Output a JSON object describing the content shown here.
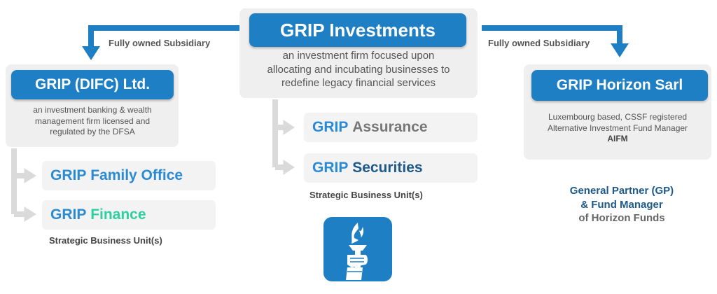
{
  "colors": {
    "brand_blue": "#1f7fc4",
    "grip_text": "#2a8ad4",
    "connector_grey": "#dadada",
    "arrow_blue": "#1f7fc4",
    "green": "#2ed0a0",
    "navy": "#1d5a8a"
  },
  "center": {
    "title": "GRIP Investments",
    "desc_lines": [
      "an investment firm focused upon",
      "allocating and incubating businesses to",
      "redefine legacy financial services"
    ],
    "units": [
      {
        "prefix": "GRIP",
        "name": "Assurance"
      },
      {
        "prefix": "GRIP",
        "name": "Securities"
      }
    ],
    "units_caption": "Strategic Business Unit(s)",
    "logo_icon": "torch-hand-icon"
  },
  "left": {
    "edge_label": "Fully owned Subsidiary",
    "title": "GRIP (DIFC) Ltd.",
    "desc_lines": [
      "an investment banking & wealth",
      "management firm licensed and",
      "regulated by the DFSA"
    ],
    "units": [
      {
        "prefix": "GRIP",
        "name": "Family Office"
      },
      {
        "prefix": "GRIP",
        "name": "Finance"
      }
    ],
    "units_caption": "Strategic Business Unit(s)"
  },
  "right": {
    "edge_label": "Fully owned Subsidiary",
    "title": "GRIP Horizon Sarl",
    "desc_lines": [
      "Luxembourg based, CSSF registered",
      "Alternative Investment Fund Manager"
    ],
    "desc_bold": "AIFM",
    "gp_lines": [
      "General Partner (GP)",
      "& Fund Manager",
      "of Horizon Funds"
    ]
  }
}
